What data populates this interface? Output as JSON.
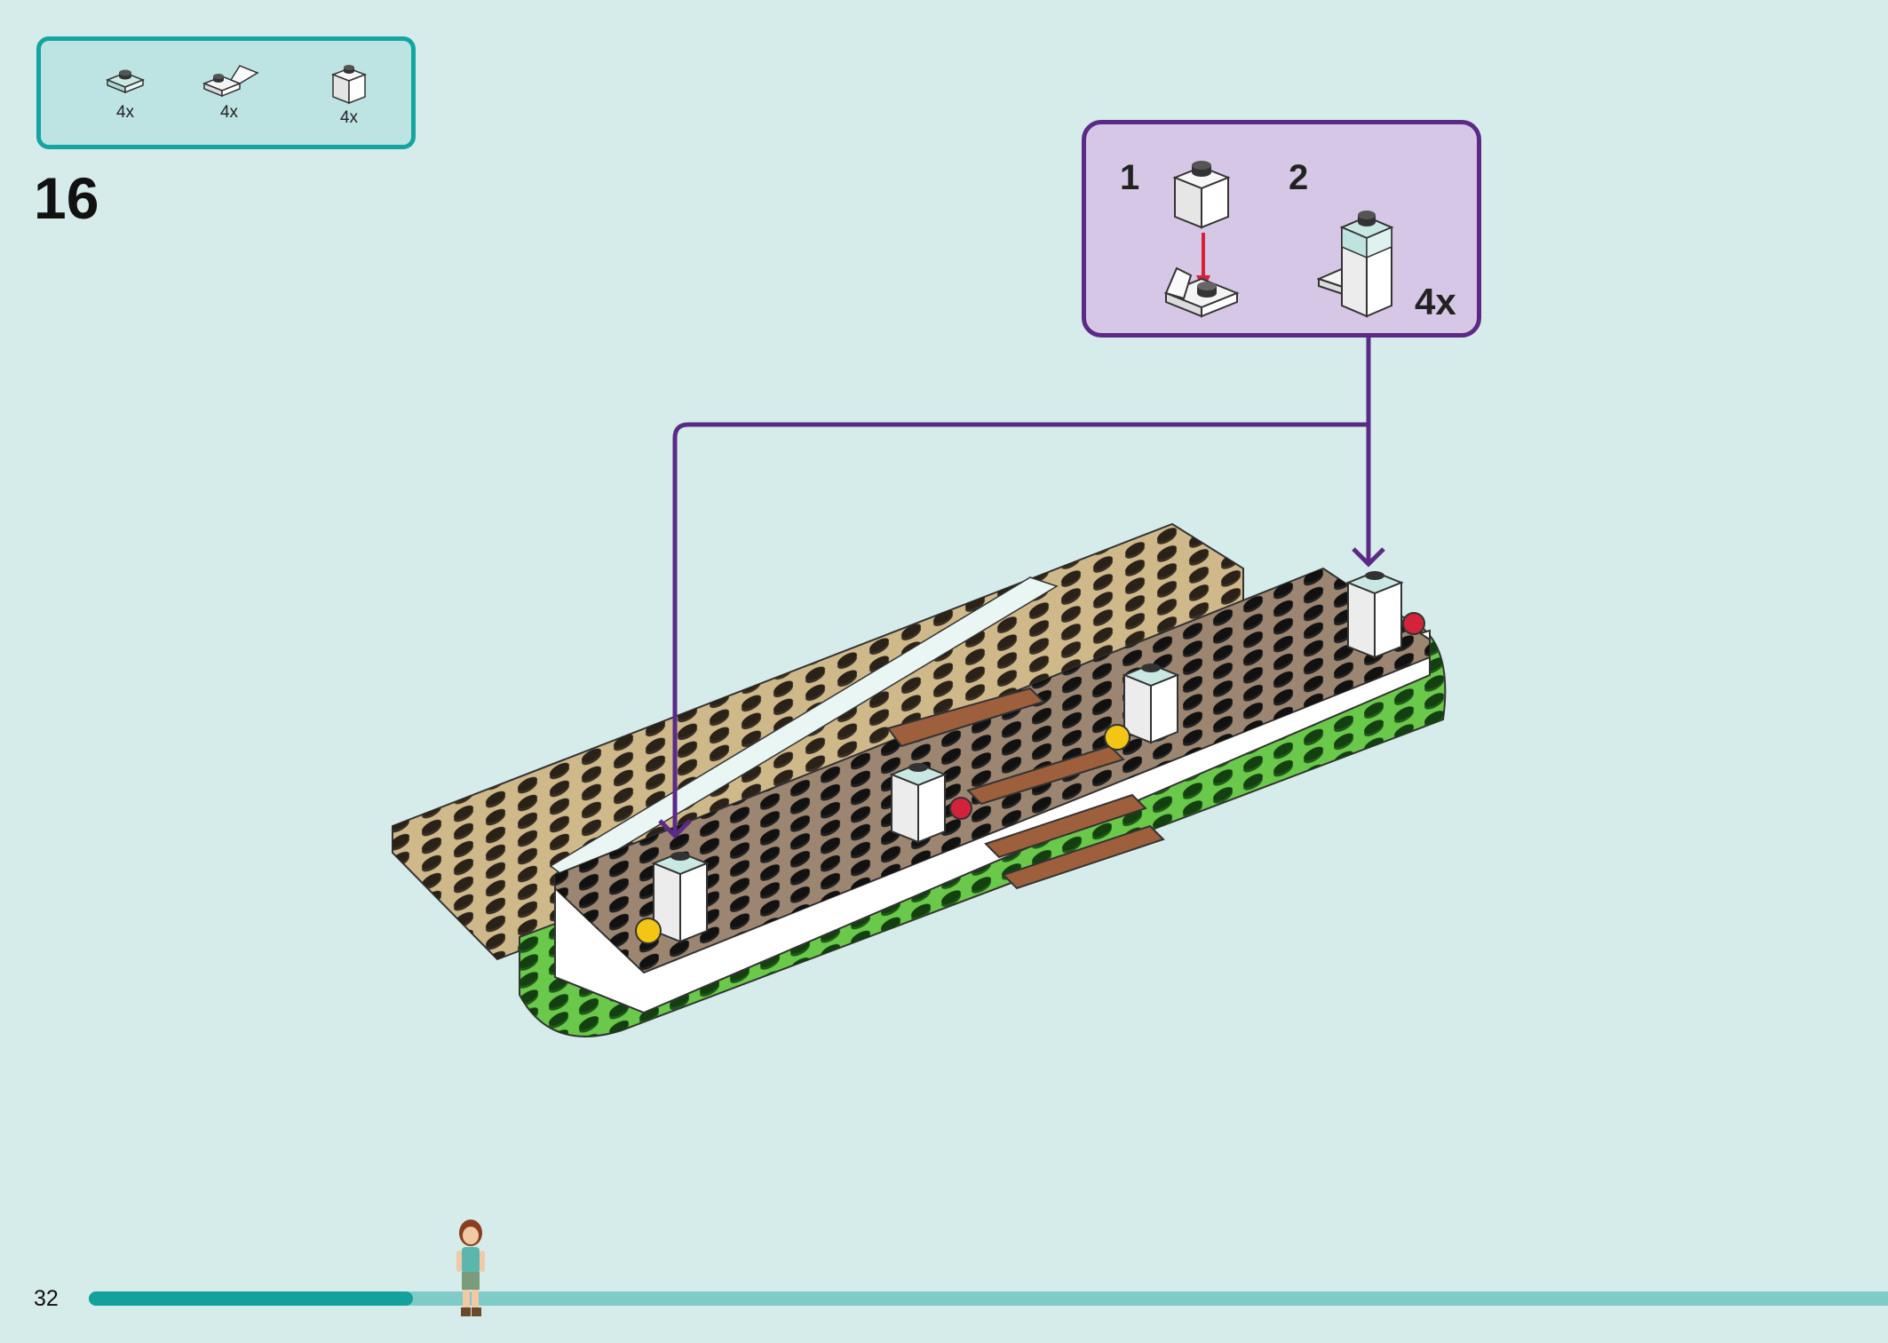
{
  "parts_list": {
    "items": [
      {
        "icon": "plate-1x1-icon",
        "quantity": "4x",
        "color": "#b9e2dd"
      },
      {
        "icon": "bracket-plate-icon",
        "quantity": "4x",
        "color": "#ffffff"
      },
      {
        "icon": "brick-1x1-icon",
        "quantity": "4x",
        "color": "#ffffff"
      }
    ]
  },
  "step": {
    "number": "16"
  },
  "sub_assembly": {
    "step_1": "1",
    "step_2": "2",
    "multiplier": "4x"
  },
  "page": {
    "number": "32",
    "progress": 0.18
  },
  "colors": {
    "background": "#d6ecea",
    "parts_border": "#15a5a0",
    "sub_border": "#5b2a86",
    "sub_fill": "#d7c7e6",
    "callout_arrow": "#5b2a86",
    "tan_plate": "#cfb98a",
    "dark_tan_plate": "#9c8671",
    "green_base": "#6ac94a",
    "wood": "#9d5f3c"
  }
}
